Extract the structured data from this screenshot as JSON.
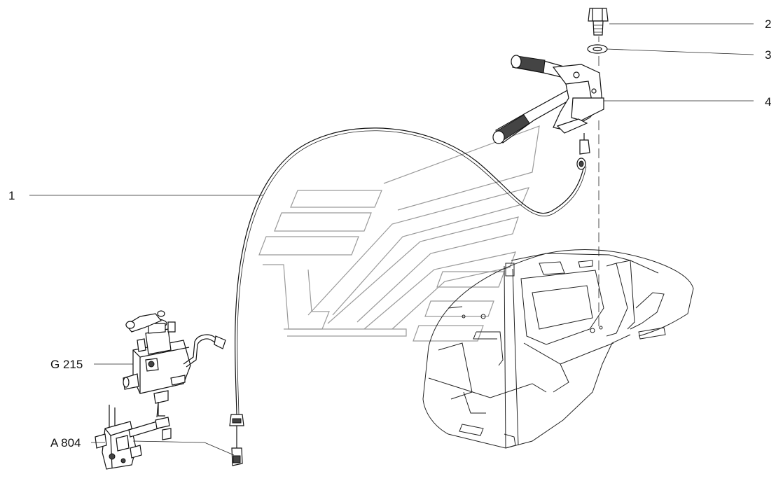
{
  "callouts": {
    "c1": "1",
    "c2": "2",
    "c3": "3",
    "c4": "4",
    "g215": "G 215",
    "a804": "A 804"
  },
  "colors": {
    "line": "#111111",
    "watermark": "#9a9a9a",
    "background": "#ffffff"
  }
}
